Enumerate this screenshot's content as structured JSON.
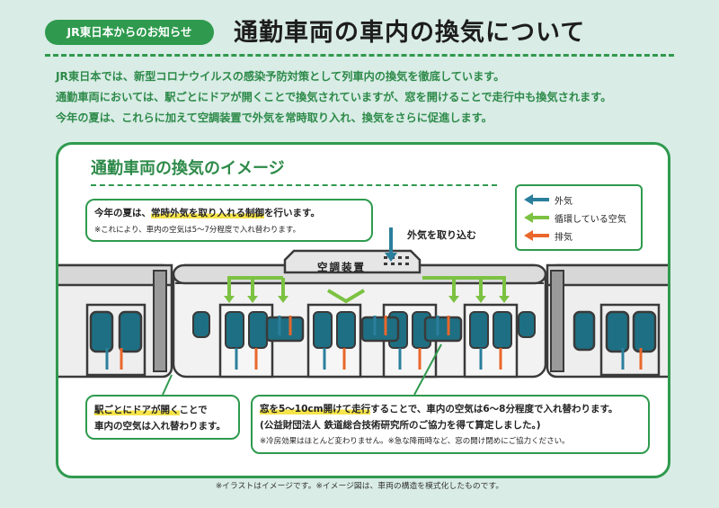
{
  "header": {
    "badge": "JR東日本からのお知らせ",
    "title": "通勤車両の車内の換気について"
  },
  "intro": {
    "line1": "JR東日本では、新型コロナウイルスの感染予防対策として列車内の換気を徹底しています。",
    "line2": "通勤車両においては、駅ごとにドアが開くことで換気されていますが、窓を開けることで走行中も換気されます。",
    "line3": "今年の夏は、これらに加えて空調装置で外気を常時取り入れ、換気をさらに促進します。"
  },
  "panel": {
    "title": "通勤車両の換気のイメージ",
    "legend": {
      "outside_air": "外気",
      "circulating_air": "循環している空気",
      "exhaust": "排気"
    },
    "callout_control": {
      "pre": "今年の夏は、",
      "highlight": "常時外気を取り入れる制御",
      "post": "を行います。",
      "note": "※これにより、車内の空気は5〜7分程度で入れ替わります。"
    },
    "intake_label": "外気を取り込む",
    "ac_label": "空調装置",
    "callout_doors": {
      "highlight": "駅ごとにドアが開く",
      "post": "ことで",
      "line2": "車内の空気は入れ替わります。"
    },
    "callout_windows": {
      "highlight": "窓を5〜10cm開けて走行",
      "post": "することで、車内の空気は6〜8分程度で入れ替わります。",
      "line2": "(公益財団法人 鉄道総合技術研究所のご協力を得て算定しました。)",
      "note": "※冷房効果はほとんど変わりません。※急な降雨時など、窓の開け閉めにご協力ください。"
    }
  },
  "footnote": "※イラストはイメージです。※イメージ図は、車両の構造を模式化したものです。",
  "colors": {
    "green": "#2f9a4e",
    "outside_air": "#2a7f9c",
    "circulating_air": "#7cc242",
    "exhaust": "#e9672b",
    "background": "#d9ece6"
  }
}
